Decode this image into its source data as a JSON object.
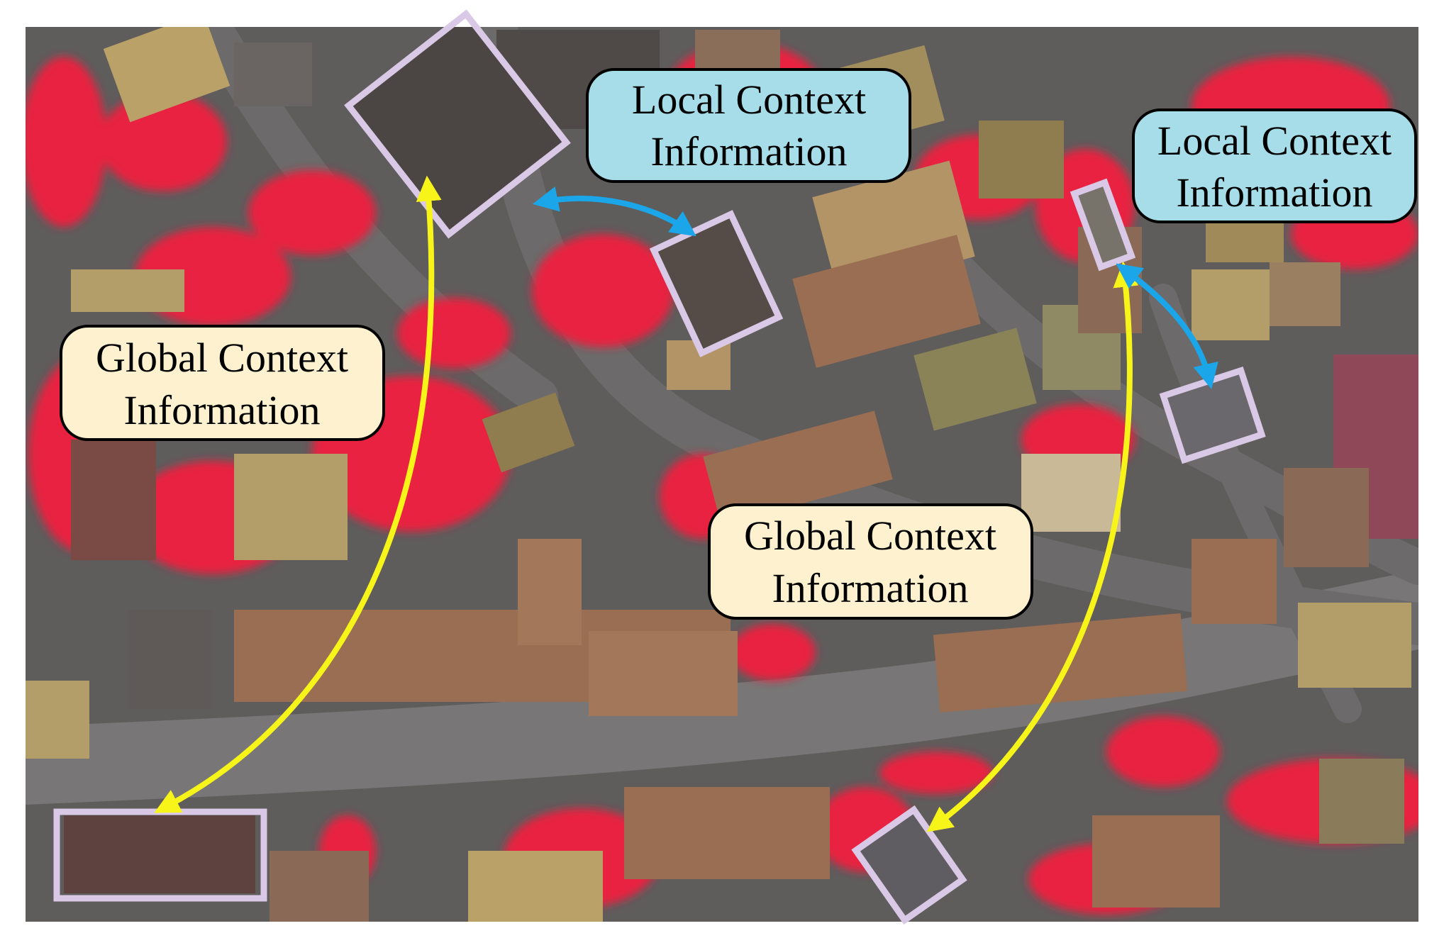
{
  "figure": {
    "callouts": {
      "local_top": {
        "line1": "Local Context",
        "line2": "Information",
        "fill": "#a7dde8"
      },
      "local_right": {
        "line1": "Local Context",
        "line2": "Information",
        "fill": "#a7dde8"
      },
      "global_left": {
        "line1": "Global Context",
        "line2": "Information",
        "fill": "#fdf1cf"
      },
      "global_center": {
        "line1": "Global Context",
        "line2": "Information",
        "fill": "#fdf1cf"
      }
    },
    "colors": {
      "vegetation": "#e8223f",
      "vegetation_dark": "#b0142c",
      "road": "#6e6e6e",
      "roof_brown": "#9a6e52",
      "roof_tan": "#b9a168",
      "roof_dark": "#554c48",
      "box_outline": "#d9c9e6",
      "global_arrow": "#f7f41a",
      "local_arrow": "#1aa6e8"
    }
  }
}
